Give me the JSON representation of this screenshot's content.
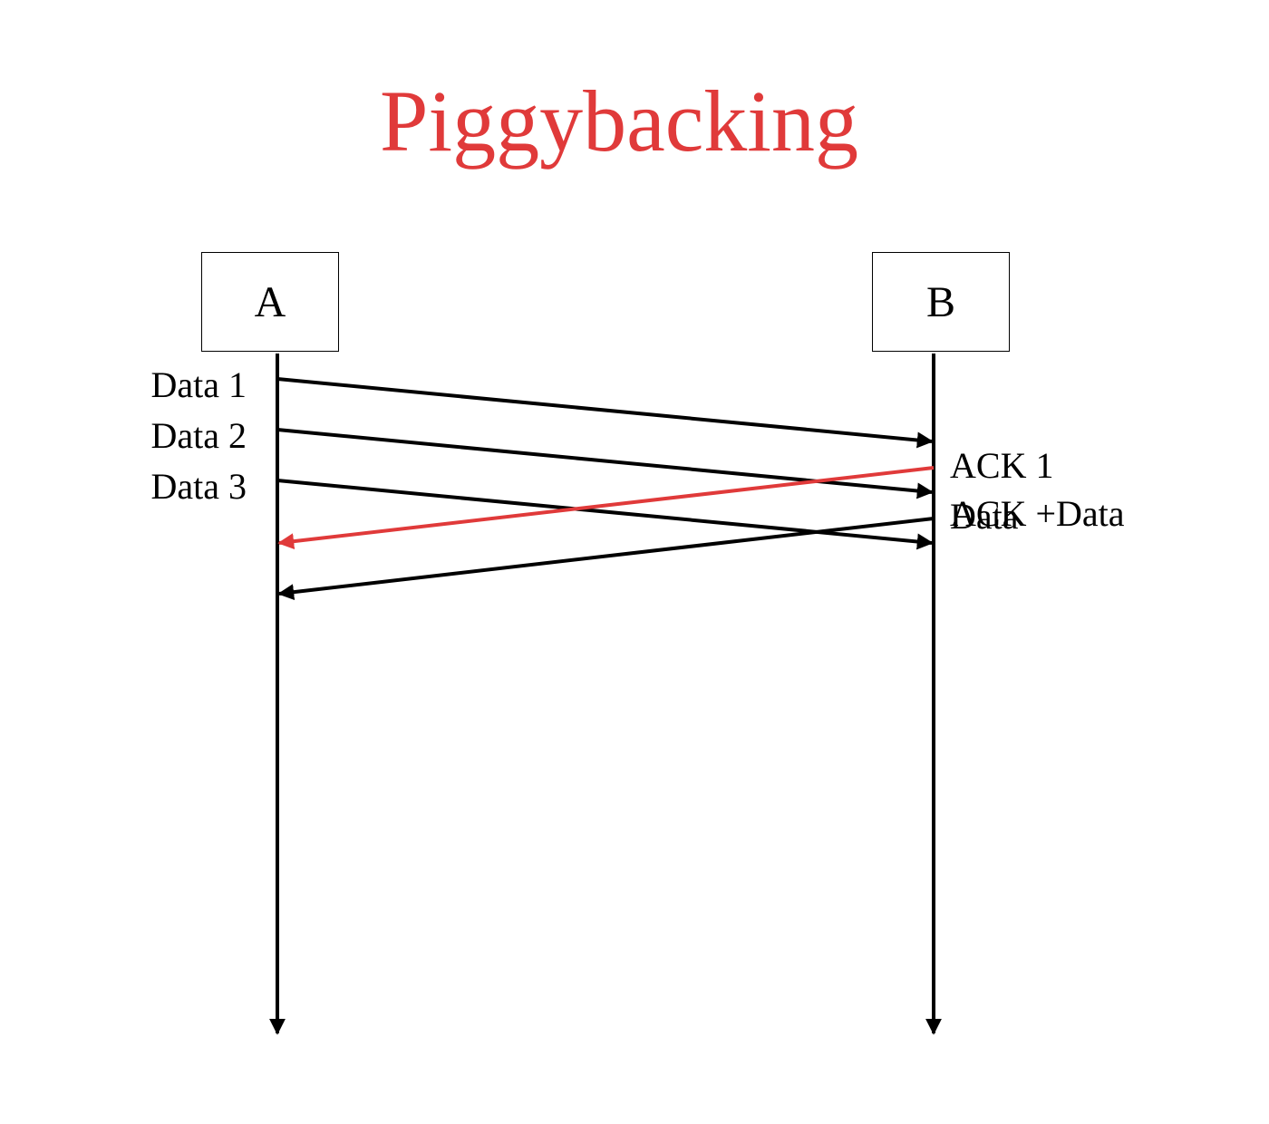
{
  "title": "Piggybacking",
  "colors": {
    "title": "#e03a3a",
    "ack_arrow": "#e03a3a",
    "line": "#000000",
    "text": "#000000"
  },
  "nodes": {
    "a": {
      "label": "A"
    },
    "b": {
      "label": "B"
    }
  },
  "messages": {
    "data1": {
      "label": "Data 1"
    },
    "data2": {
      "label": "Data 2"
    },
    "data3": {
      "label": "Data 3"
    },
    "ack1": {
      "label": "ACK 1"
    },
    "data_overlap": {
      "label": "Data"
    },
    "ack_plus_data": {
      "label": "ACK +Data"
    }
  }
}
